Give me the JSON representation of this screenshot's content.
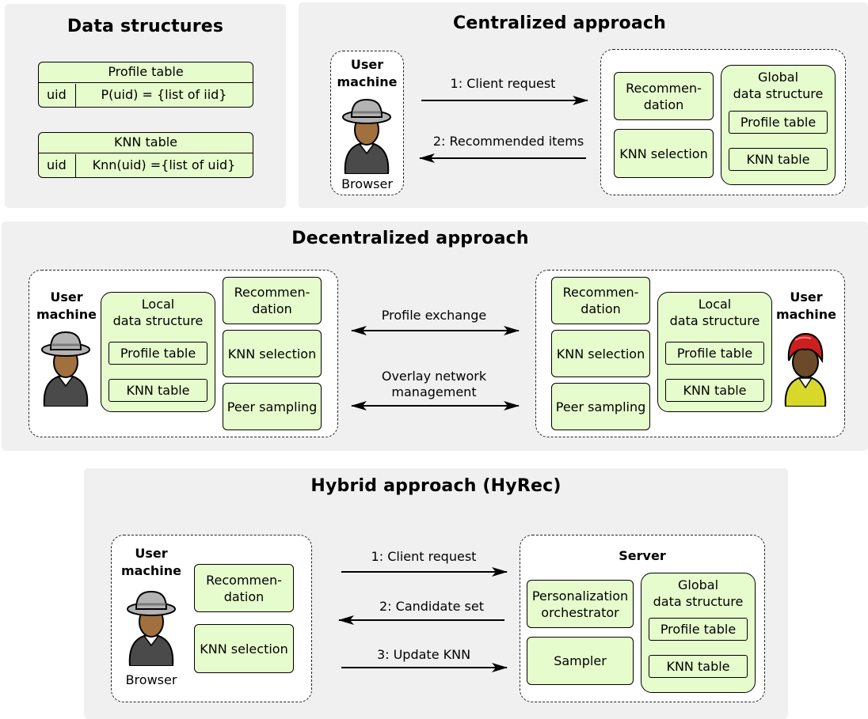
{
  "data_structures": {
    "title": "Data structures",
    "profile_table": {
      "header": "Profile table",
      "key": "uid",
      "value": "P(uid) = {list of iid}"
    },
    "knn_table": {
      "header": "KNN table",
      "key": "uid",
      "value": "Knn(uid) ={list of uid}"
    }
  },
  "centralized": {
    "title": "Centralized approach",
    "user_machine": "User machine",
    "browser": "Browser",
    "arrow1": "1: Client request",
    "arrow2": "2: Recommended items",
    "recommendation": "Recommen-dation",
    "knn_selection": "KNN selection",
    "global_ds": "Global data structure",
    "profile_table": "Profile table",
    "knn_table": "KNN table"
  },
  "decentralized": {
    "title": "Decentralized approach",
    "left_user_machine": "User machine",
    "right_user_machine": "User machine",
    "local_ds": "Local data structure",
    "profile_table": "Profile table",
    "knn_table": "KNN table",
    "recommendation": "Recommen-dation",
    "knn_selection": "KNN selection",
    "peer_sampling": "Peer sampling",
    "profile_exchange": "Profile exchange",
    "overlay": "Overlay network management"
  },
  "hybrid": {
    "title": "Hybrid approach (HyRec)",
    "user_machine": "User machine",
    "browser": "Browser",
    "recommendation": "Recommen-dation",
    "knn_selection": "KNN selection",
    "arrow1": "1: Client request",
    "arrow2": "2: Candidate set",
    "arrow3": "3: Update KNN",
    "server": "Server",
    "orchestrator": "Personalization orchestrator",
    "sampler": "Sampler",
    "global_ds": "Global data structure",
    "profile_table": "Profile table",
    "knn_table": "KNN table"
  },
  "colors": {
    "box_fill": "#e6fccd",
    "panel_bg": "#f0f0f0",
    "hat": "#b3b3b3",
    "skin": "#a0703f",
    "red_hair": "#cc1f1f",
    "yellow_shirt": "#d8d82a"
  }
}
